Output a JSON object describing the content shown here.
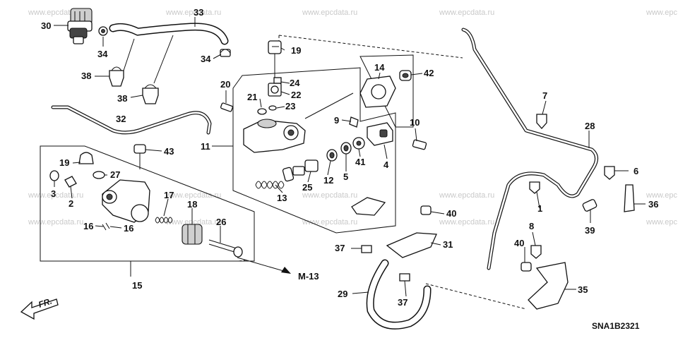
{
  "watermarks": [
    "www.epcdata.ru",
    "www.epcdata.ru",
    "www.epcdata.ru",
    "www.epcdata.ru",
    "www.epc",
    "www.epcdata.ru",
    "www.epcdata.ru",
    "www.epcdata.ru",
    "www.epcdata.ru",
    "www.epc",
    "www.epcdata.ru",
    "www.epcdata.ru",
    "www.epcdata.ru",
    "www.epcdata.ru",
    "www.epc"
  ],
  "diagram_code": "SNA1B2321",
  "section_ref": "M-13",
  "front_arrow_label": "FR.",
  "parts": {
    "p1": "1",
    "p2": "2",
    "p3": "3",
    "p4": "4",
    "p5": "5",
    "p6": "6",
    "p7": "7",
    "p8": "8",
    "p9": "9",
    "p10": "10",
    "p11": "11",
    "p12": "12",
    "p13": "13",
    "p14": "14",
    "p15": "15",
    "p16a": "16",
    "p16b": "16",
    "p17": "17",
    "p18": "18",
    "p19a": "19",
    "p19b": "19",
    "p20": "20",
    "p21": "21",
    "p22": "22",
    "p23": "23",
    "p24": "24",
    "p25": "25",
    "p26": "26",
    "p27": "27",
    "p28": "28",
    "p29": "29",
    "p30": "30",
    "p31": "31",
    "p32": "32",
    "p33": "33",
    "p34a": "34",
    "p34b": "34",
    "p35": "35",
    "p36": "36",
    "p37a": "37",
    "p37b": "37",
    "p38a": "38",
    "p38b": "38",
    "p39": "39",
    "p40a": "40",
    "p40b": "40",
    "p41": "41",
    "p42": "42",
    "p43": "43"
  }
}
